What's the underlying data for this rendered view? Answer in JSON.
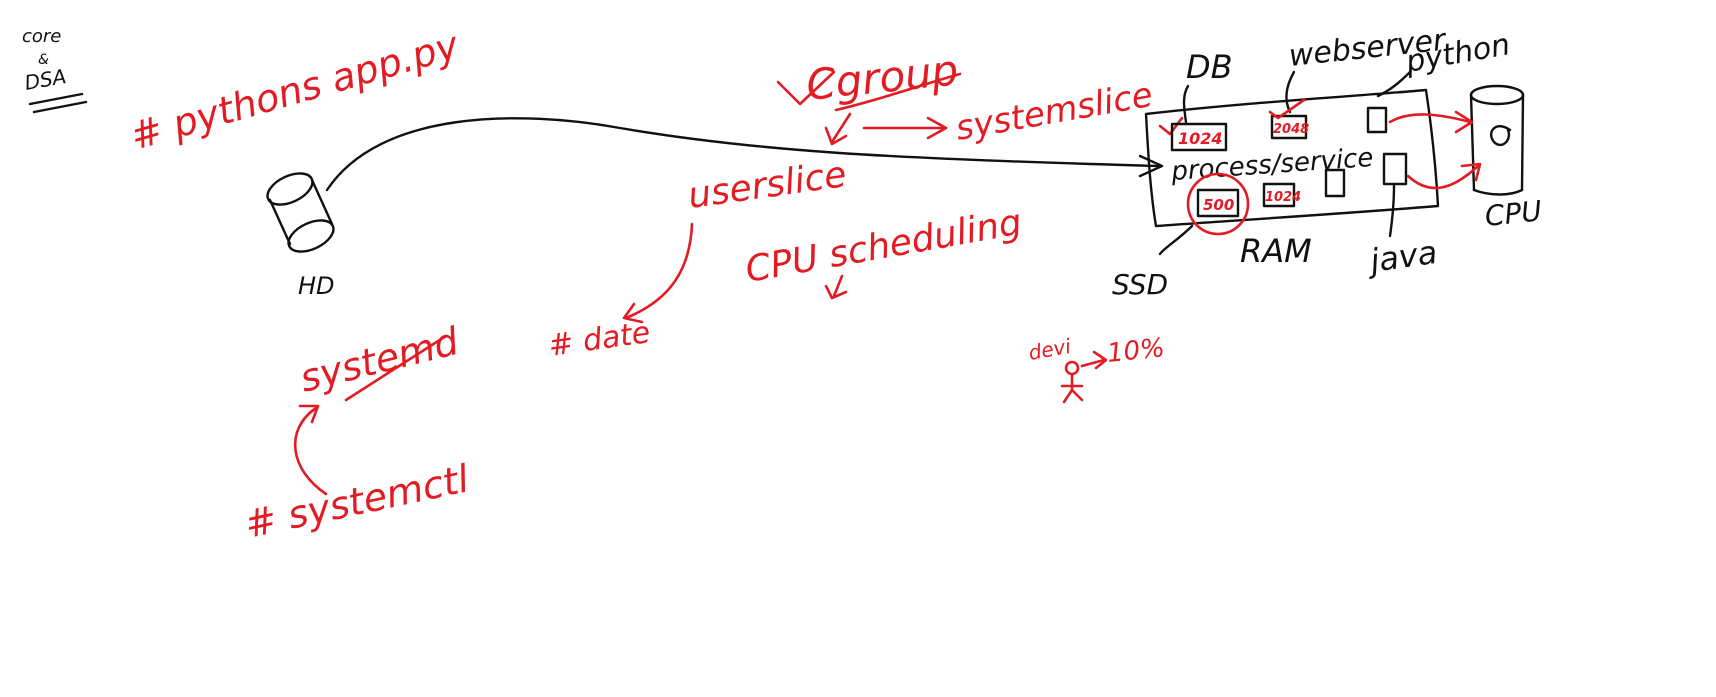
{
  "colors": {
    "ink_black": "#111111",
    "ink_red": "#e31b23",
    "background": "#ffffff"
  },
  "notes": {
    "core": "core",
    "and": "&",
    "dsa": "DSA",
    "python_app": "# pythons app.py",
    "hd": "HD",
    "cgroup": "Cgroup",
    "system_slice": "systemslice",
    "user_slice": "userslice",
    "cpu_scheduling": "CPU scheduling",
    "hash_date": "# date",
    "systemd": "systemd",
    "systemctl": "# systemctl",
    "db": "DB",
    "webserver": "webserver",
    "python": "python",
    "process_service": "process/service",
    "val_1024_a": "1024",
    "val_2048": "2048",
    "val_500": "500",
    "val_1024_b": "1024",
    "ram": "RAM",
    "ssd": "SSD",
    "java": "java",
    "cpu": "CPU",
    "devi": "devi",
    "pct_10": "10%"
  }
}
